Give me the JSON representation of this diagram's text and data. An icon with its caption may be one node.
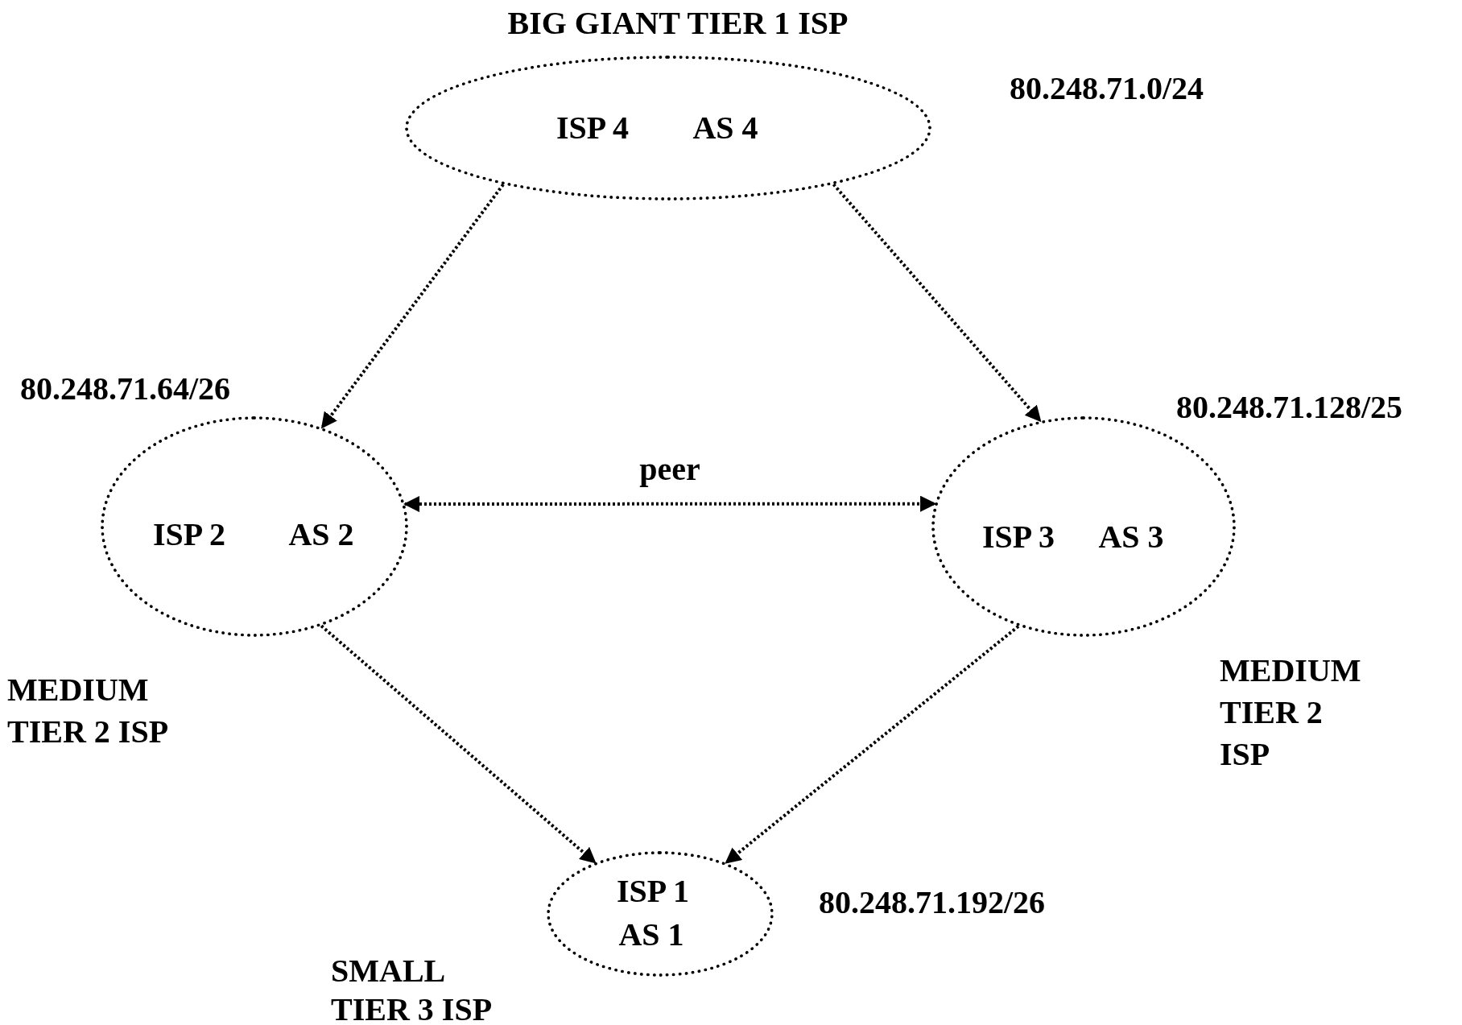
{
  "diagram": {
    "nodes": [
      {
        "text": [
          "ISP 4",
          "AS 4"
        ],
        "beside": [
          "BIG GIANT TIER 1 ISP",
          "80.248.71.0/24"
        ]
      },
      {
        "text": [
          "ISP 2",
          "AS 2"
        ],
        "beside": [
          "80.248.71.64/26",
          "MEDIUM TIER 2 ISP"
        ]
      },
      {
        "text": [
          "ISP 3",
          "AS 3"
        ],
        "beside": [
          "80.248.71.128/25",
          "MEDIUM TIER 2 ISP"
        ]
      },
      {
        "text": [
          "ISP 1",
          "AS 1"
        ],
        "beside": [
          "80.248.71.192/26",
          "SMALL TIER 3 ISP"
        ]
      }
    ],
    "edges": [
      {
        "from": 0,
        "to": 1,
        "arrow": "to"
      },
      {
        "from": 0,
        "to": 2,
        "arrow": "to"
      },
      {
        "from": 1,
        "to": 2,
        "arrow": "both",
        "label": "peer"
      },
      {
        "from": 1,
        "to": 3,
        "arrow": "to"
      },
      {
        "from": 2,
        "to": 3,
        "arrow": "to"
      }
    ]
  }
}
